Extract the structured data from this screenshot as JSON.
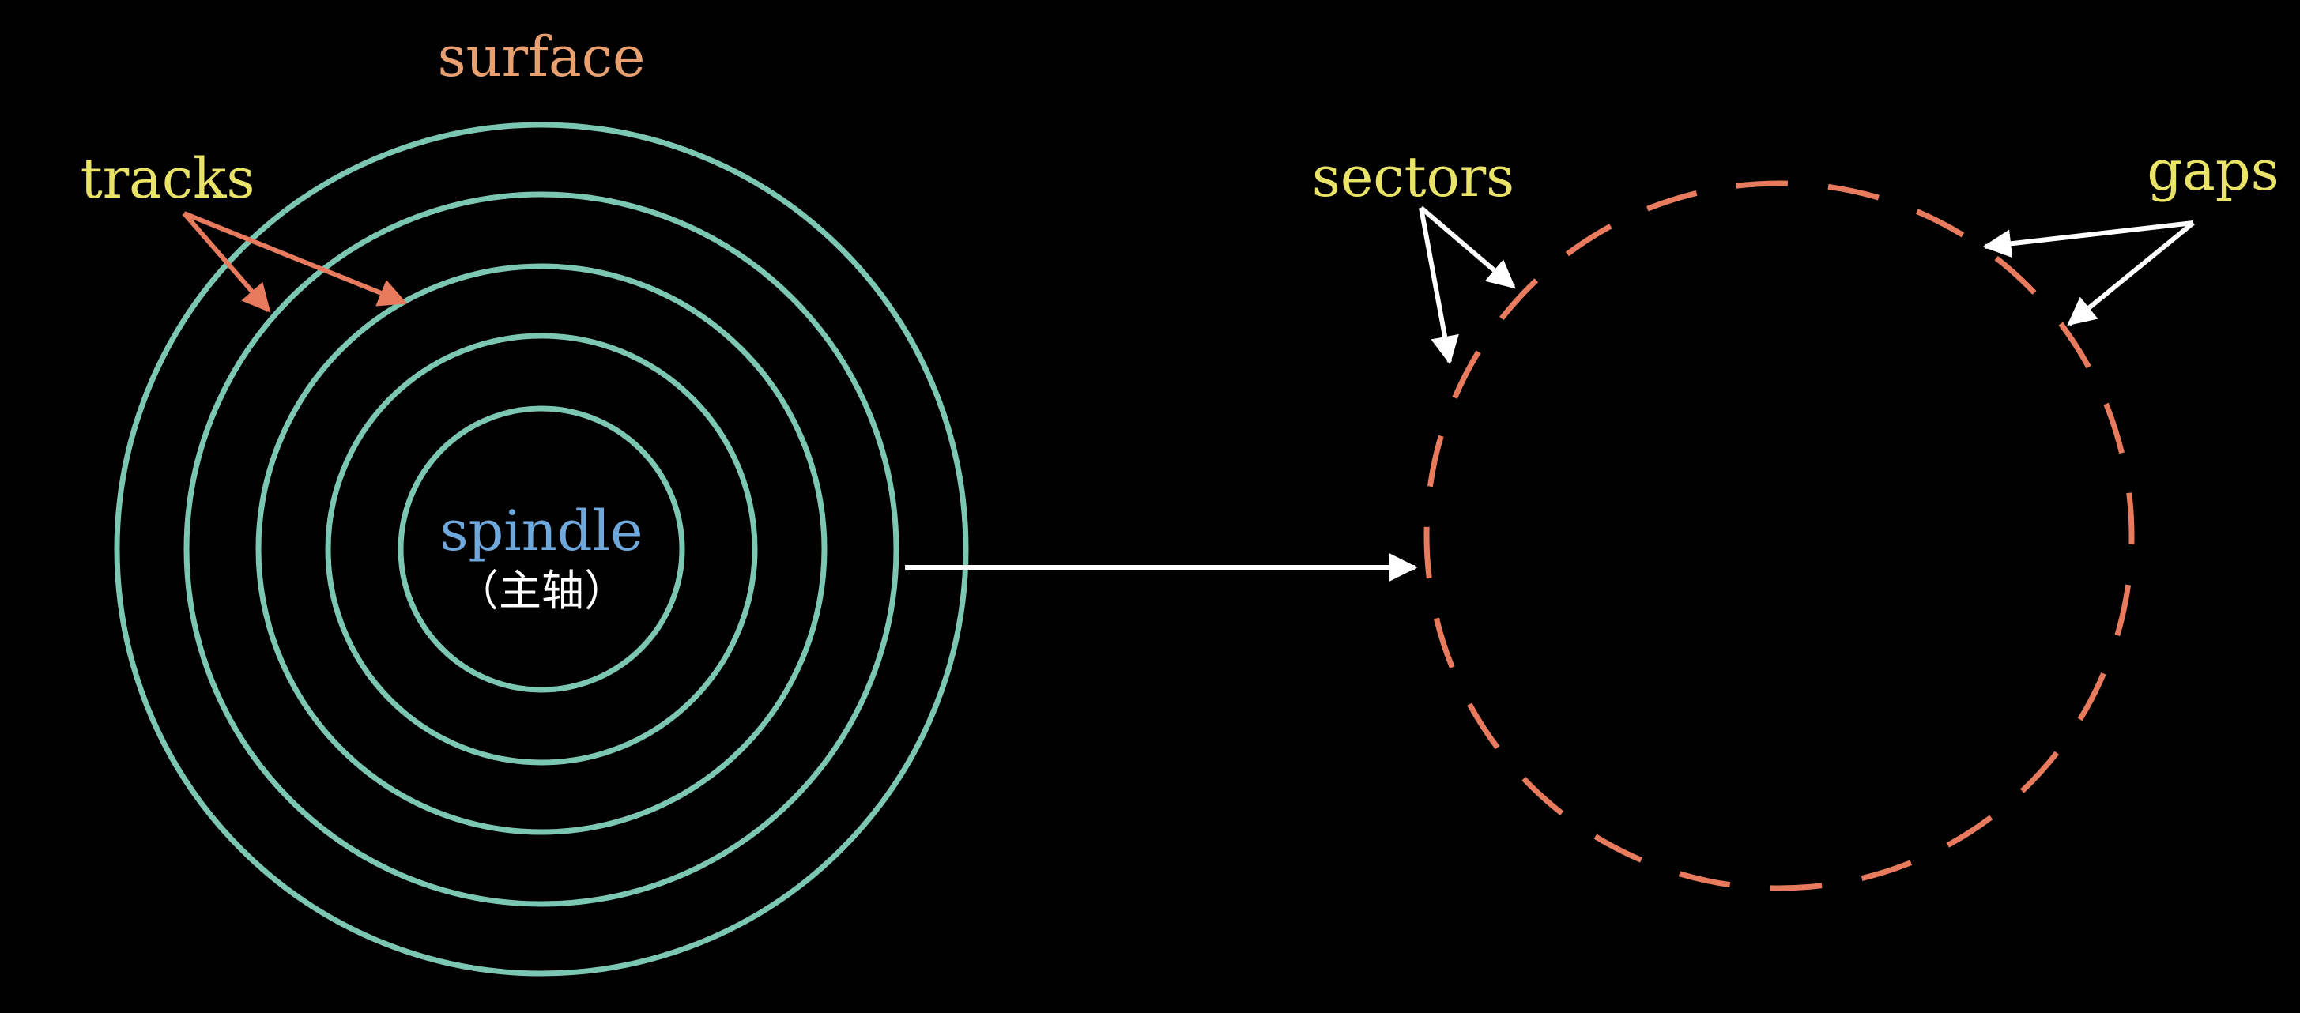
{
  "labels": {
    "surface": "surface",
    "tracks": "tracks",
    "spindle": "spindle",
    "spindle_cn": "（主轴）",
    "sectors": "sectors",
    "gaps": "gaps"
  },
  "disk": {
    "track_count": 5
  },
  "sector_ring": {
    "dash_count": 24
  },
  "colors": {
    "background": "#000000",
    "track": "#7cc7b2",
    "sector": "#e87a5d",
    "label_yellow": "#e9e368",
    "label_surface": "#e8a070",
    "label_spindle": "#6fa8dc",
    "label_cn": "#ffffff",
    "arrow_tracks": "#e87a5d",
    "arrow_white": "#ffffff"
  }
}
